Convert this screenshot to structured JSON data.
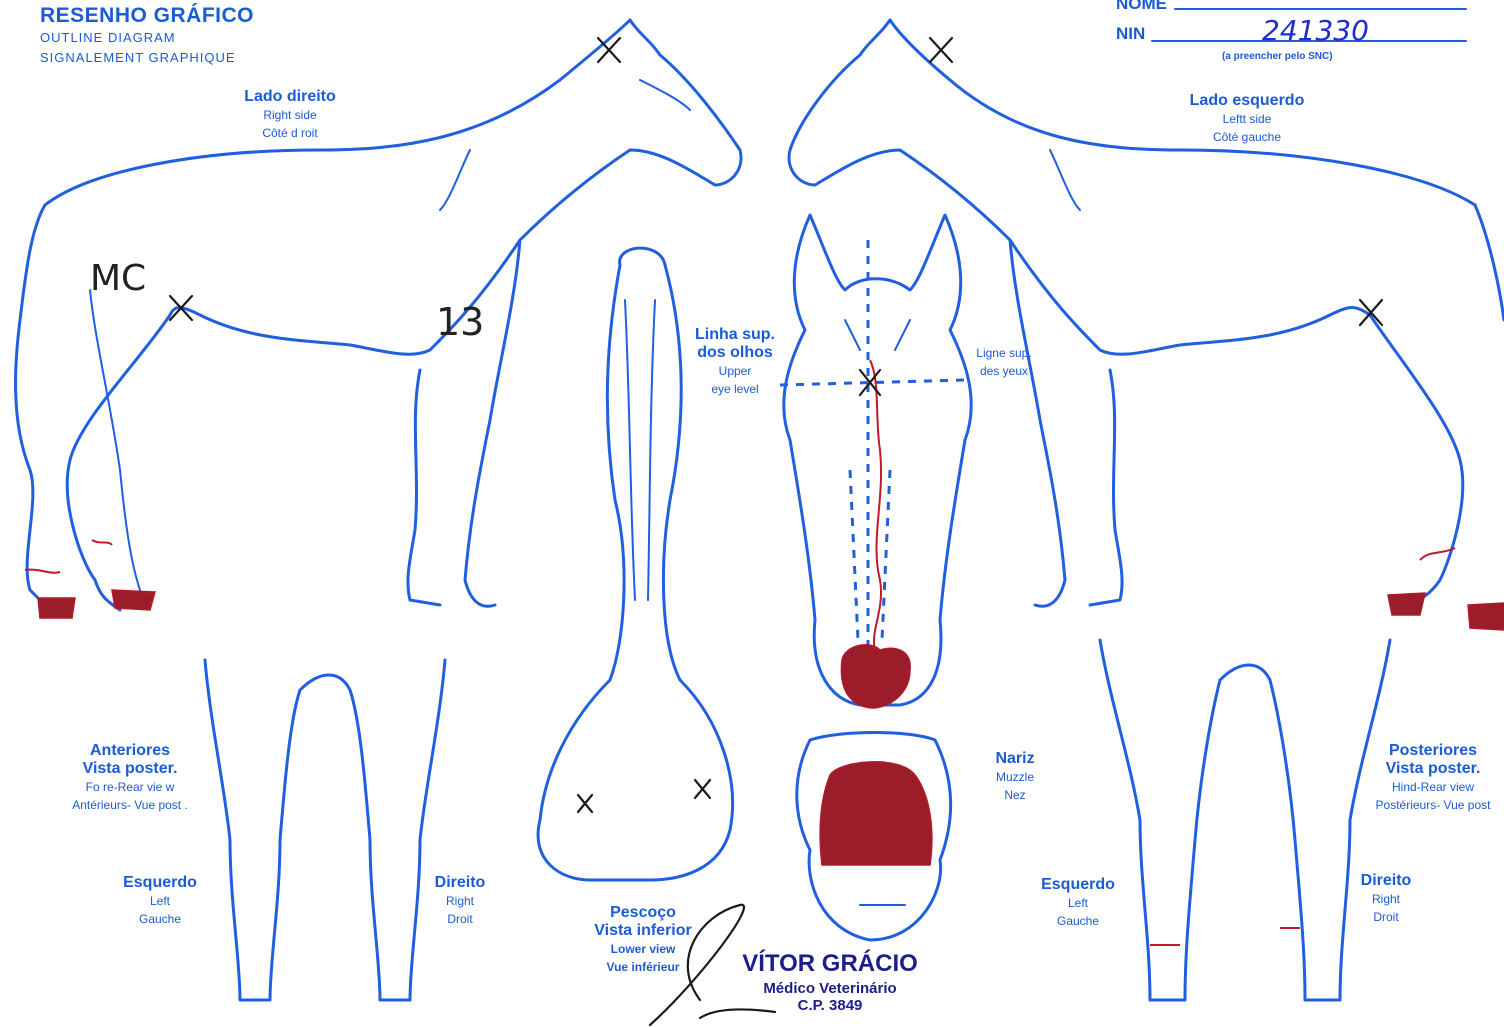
{
  "header": {
    "title": "RESENHO GRÁFICO",
    "subtitle_en": "OUTLINE DIAGRAM",
    "subtitle_fr": "SIGNALEMENT GRAPHIQUE"
  },
  "form": {
    "nome_label": "NOME",
    "nin_label": "NIN",
    "nin_value": "241330",
    "nin_note": "(a preencher pelo SNC)"
  },
  "views": {
    "right_side": {
      "pt": "Lado direito",
      "en": "Right side",
      "fr": "Côté d roit"
    },
    "left_side": {
      "pt": "Lado esquerdo",
      "en": "Leftt side",
      "fr": "Côté gauche"
    },
    "eye_level": {
      "pt1": "Linha sup.",
      "pt2": "dos olhos",
      "en1": "Upper",
      "en2": "eye level"
    },
    "eye_level_fr": {
      "l1": "Ligne sup.",
      "l2": "des yeux"
    },
    "muzzle": {
      "pt": "Nariz",
      "en": "Muzzle",
      "fr": "Nez"
    },
    "fore_rear": {
      "pt1": "Anteriores",
      "pt2": "Vista poster.",
      "en": "Fo re-Rear vie  w",
      "fr": "Antérieurs-  Vue post ."
    },
    "hind_rear": {
      "pt1": "Posteriores",
      "pt2": "Vista poster.",
      "en": "Hind-Rear view",
      "fr": "Postérieurs-  Vue post"
    },
    "fore_left": {
      "pt": "Esquerdo",
      "en": "Left",
      "fr": "Gauche"
    },
    "fore_right": {
      "pt": "Direito",
      "en": "Right",
      "fr": "Droit"
    },
    "hind_left": {
      "pt": "Esquerdo",
      "en": "Left",
      "fr": "Gauche"
    },
    "hind_right": {
      "pt": "Direito",
      "en": "Right",
      "fr": "Droit"
    },
    "neck": {
      "pt1": "Pescoço",
      "pt2": "Vista inferior",
      "en": "Lower view",
      "fr": "Vue inférieur"
    }
  },
  "annotations": {
    "brand_mark": "MC",
    "number_mark": "13"
  },
  "stamp": {
    "name": "VÍTOR GRÁCIO",
    "role": "Médico Veterinário",
    "reg": "C.P. 3849"
  },
  "colors": {
    "print_blue": "#1f5fe0",
    "marking_red": "#9b1d2a",
    "ink": "#1a1a1a"
  }
}
